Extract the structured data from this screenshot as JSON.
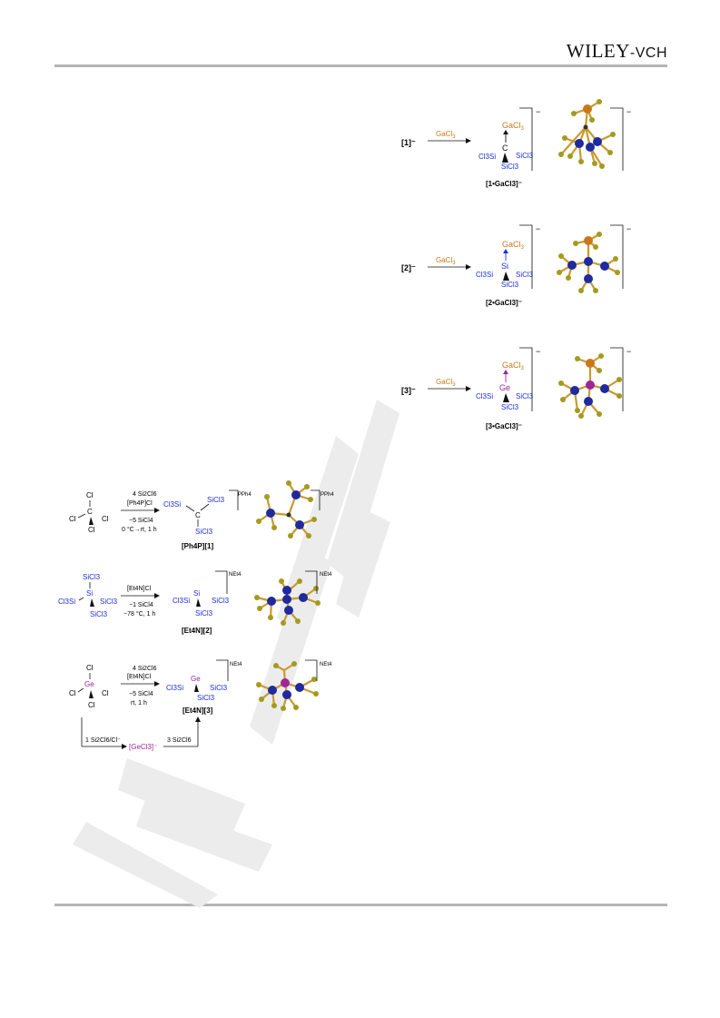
{
  "header": {
    "brand_main": "WILEY",
    "brand_suffix": "-VCH"
  },
  "colors": {
    "silicon_blue": "#1f2fd6",
    "gallium_orange": "#c8781b",
    "germanium_purple": "#a1249a",
    "bond_gold": "#c99a2e",
    "atom_blue": "#1f2a9e",
    "atom_chlorine": "#a59a1e",
    "watermark_gray": "#ececec",
    "rule_gray": "#b5b5b5"
  },
  "right_scheme": [
    {
      "reactant": "[1]⁻",
      "reagent": "GaCl",
      "reagent_sub": "3",
      "center": "C",
      "center_color": "#111111",
      "top": "GaCl",
      "arrow_color": "#111111",
      "product": "[1•GaCl3]⁻",
      "charge": "−"
    },
    {
      "reactant": "[2]⁻",
      "reagent": "GaCl",
      "reagent_sub": "3",
      "center": "Si",
      "center_color": "#1f2fd6",
      "top": "GaCl",
      "arrow_color": "#1f2fd6",
      "product": "[2•GaCl3]⁻",
      "charge": "−"
    },
    {
      "reactant": "[3]⁻",
      "reagent": "GaCl",
      "reagent_sub": "3",
      "center": "Ge",
      "center_color": "#a1249a",
      "top": "GaCl",
      "arrow_color": "#a1249a",
      "product": "[3•GaCl3]⁻",
      "charge": "−"
    }
  ],
  "left_scheme": [
    {
      "start_center": "C",
      "start_center_color": "#111111",
      "start_labels": [
        "Cl",
        "Cl",
        "Cl",
        "Cl"
      ],
      "cond_above": [
        "4 Si2Cl6",
        "[Ph4P]Cl"
      ],
      "cond_below": [
        "−5 SiCl4",
        "0 °C→rt, 1 h"
      ],
      "product_center": "C",
      "product_center_color": "#111111",
      "counterion": "PPh4",
      "product": "[Ph4P][1]"
    },
    {
      "start_center": "Si",
      "start_center_color": "#1f2fd6",
      "start_labels": [
        "SiCl3",
        "Cl3Si",
        "SiCl3",
        "SiCl3"
      ],
      "cond_above": [
        "[Et4N]Cl"
      ],
      "cond_below": [
        "−1 SiCl4",
        "−78 °C, 1 h"
      ],
      "product_center": "Si",
      "product_center_color": "#1f2fd6",
      "counterion": "NEt4",
      "product": "[Et4N][2]"
    },
    {
      "start_center": "Ge",
      "start_center_color": "#a1249a",
      "start_labels": [
        "Cl",
        "Cl",
        "Cl",
        "Cl"
      ],
      "cond_above": [
        "4 Si2Cl6",
        "[Et4N]Cl"
      ],
      "cond_below": [
        "−5 SiCl4",
        "rt, 1 h"
      ],
      "product_center": "Ge",
      "product_center_color": "#a1249a",
      "counterion": "NEt4",
      "product": "[Et4N][3]"
    }
  ],
  "ge_route": {
    "step1": "1 Si2Cl6/Cl⁻",
    "intermediate": "[GeCl3]⁻",
    "step2": "3 Si2Cl6"
  },
  "substituents": {
    "sicl3": "SiCl3",
    "cl3si": "Cl3Si",
    "gacl3": "GaCl3"
  }
}
